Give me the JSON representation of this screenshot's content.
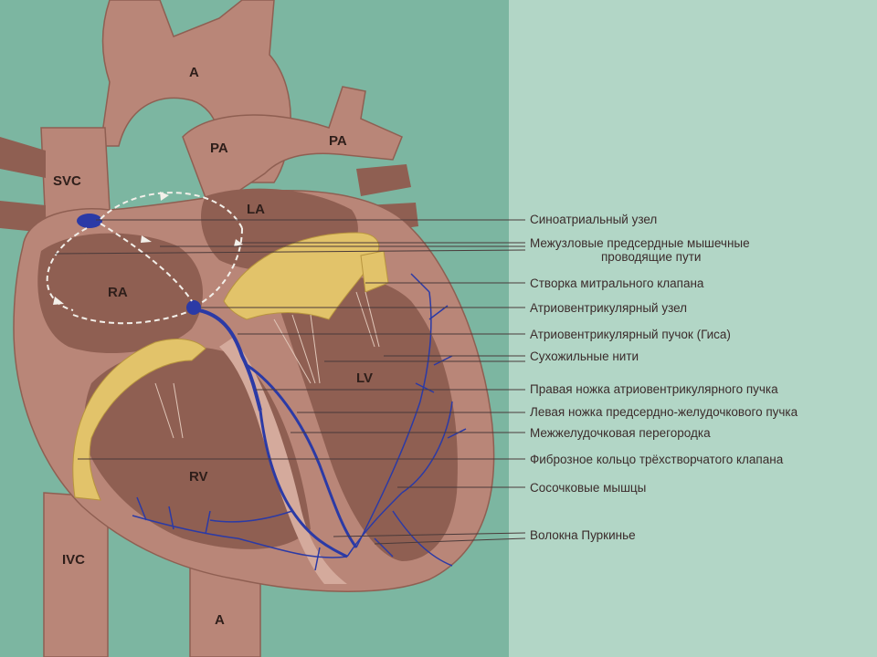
{
  "colors": {
    "background_left": "#7cb6a1",
    "background_right": "#b2d6c6",
    "heart_tissue": "#b98678",
    "heart_dark": "#8f5f52",
    "heart_light": "#d4aa9c",
    "valve_ring": "#e2c36a",
    "conduction": "#2b3aa6",
    "pointer_line": "#4a3a3a"
  },
  "regions": {
    "aorta_top": "A",
    "pa_left": "PA",
    "pa_right": "PA",
    "svc": "SVC",
    "la": "LA",
    "ra": "RA",
    "lv": "LV",
    "rv": "RV",
    "ivc": "IVC",
    "aorta_bottom": "A"
  },
  "labels": [
    {
      "id": "sa-node",
      "text": "Синоатриальный узел"
    },
    {
      "id": "internodal",
      "text": "Межузловые предсердные мышечные",
      "text2": "проводящие пути"
    },
    {
      "id": "mitral-leaflet",
      "text": "Створка митрального клапана"
    },
    {
      "id": "av-node",
      "text": "Атриовентрикулярный узел"
    },
    {
      "id": "his-bundle",
      "text": "Атриовентрикулярный пучок (Гиса)"
    },
    {
      "id": "chordae",
      "text": "Сухожильные нити"
    },
    {
      "id": "right-branch",
      "text": "Правая ножка атриовентрикулярного пучка"
    },
    {
      "id": "left-branch",
      "text": "Левая ножка предсердно-желудочкового пучка"
    },
    {
      "id": "septum",
      "text": "Межжелудочковая перегородка"
    },
    {
      "id": "tricuspid-ring",
      "text": "Фиброзное кольцо трёхстворчатого клапана"
    },
    {
      "id": "papillary",
      "text": "Сосочковые мышцы"
    },
    {
      "id": "purkinje",
      "text": "Волокна Пуркинье"
    }
  ]
}
